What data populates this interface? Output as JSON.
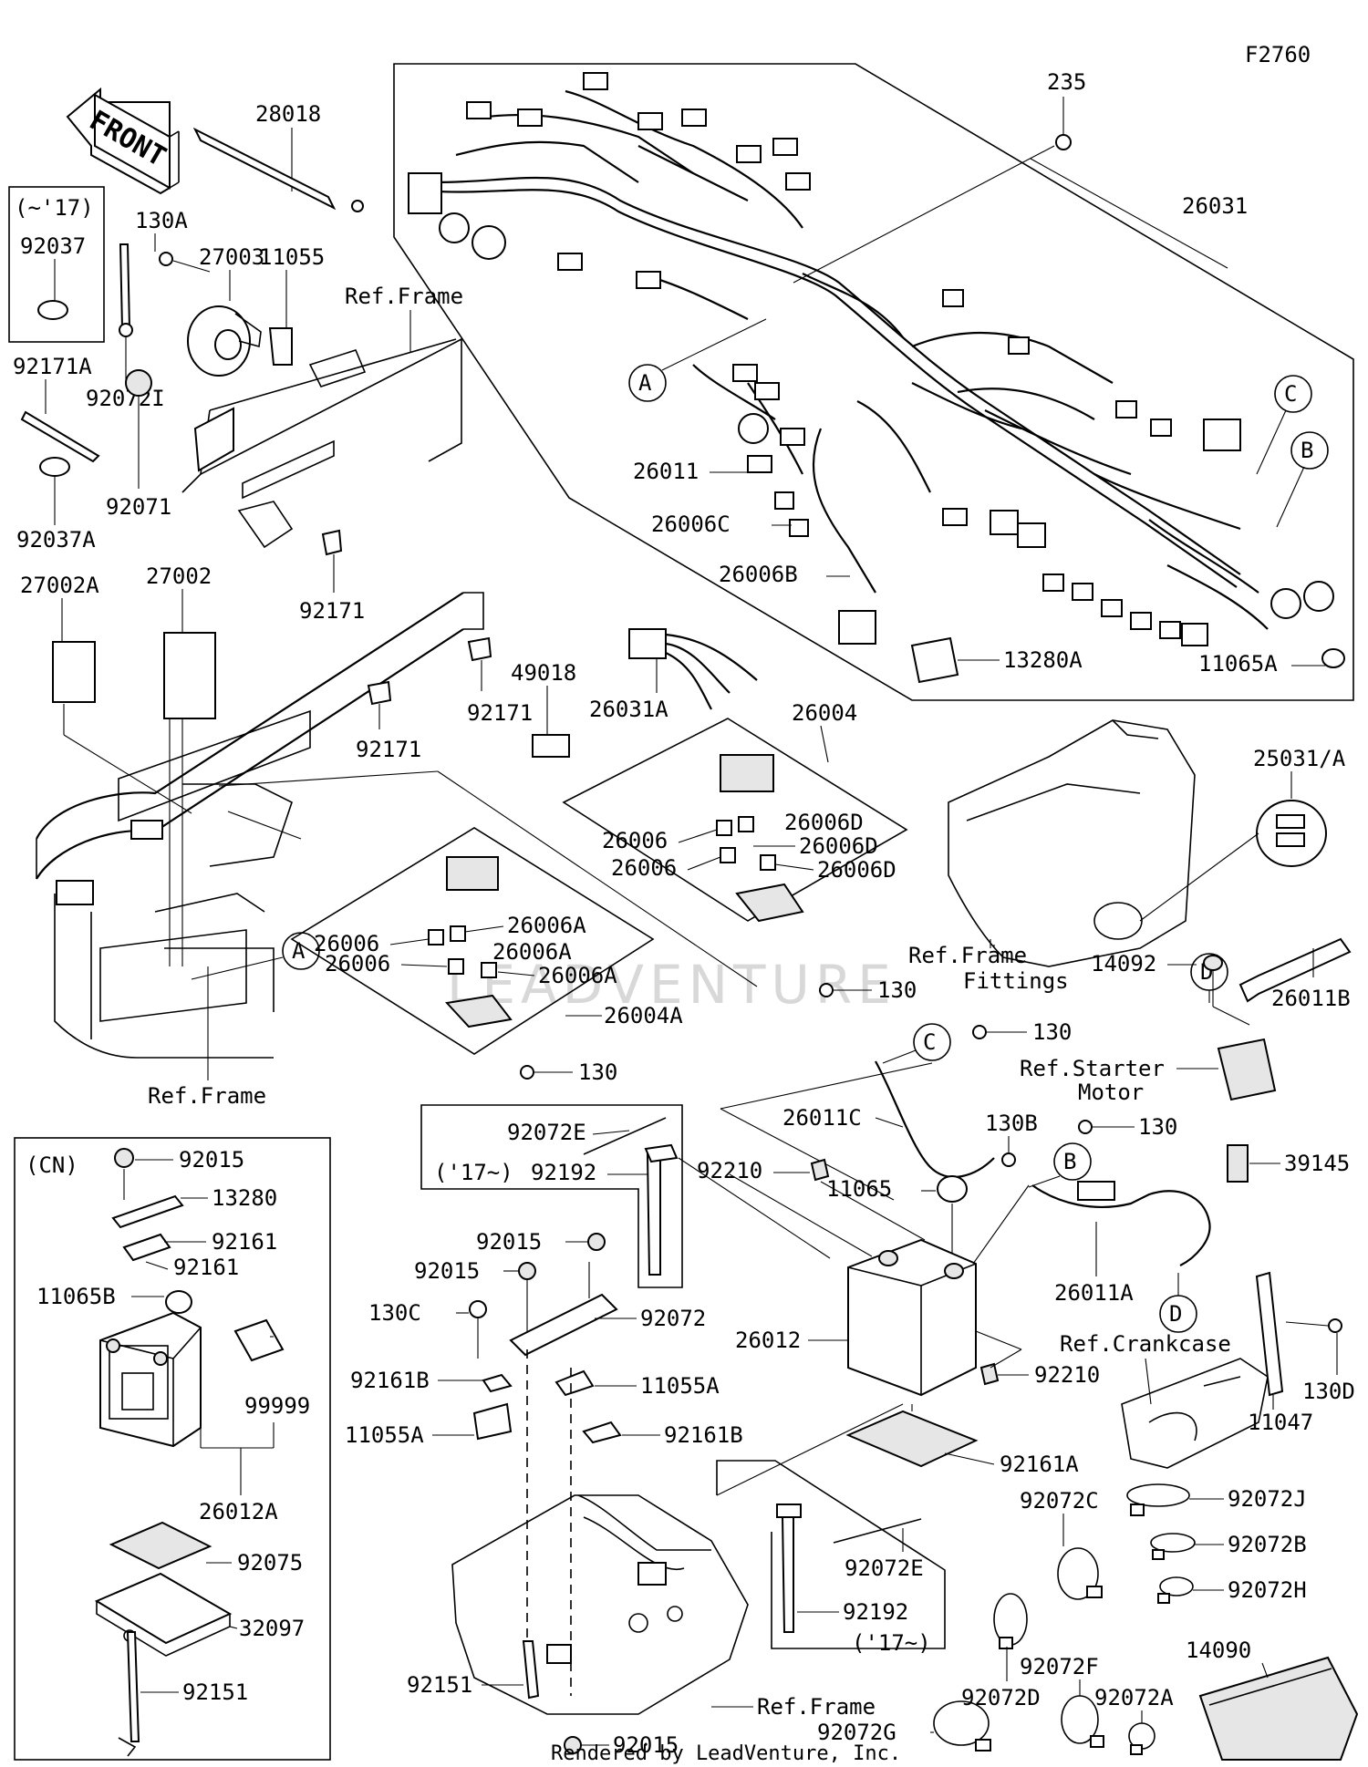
{
  "diagram_code": "F2760",
  "front_arrow_label": "FRONT",
  "footer": "Rendered by LeadVenture, Inc.",
  "watermark": "LEADVENTURE",
  "callouts": [
    "A",
    "A",
    "B",
    "B",
    "C",
    "C",
    "D",
    "D"
  ],
  "labels": {
    "p235": "235",
    "p26031": "26031",
    "p28018": "28018",
    "p130A": "130A",
    "p27003": "27003",
    "p11055": "11055",
    "ref_frame_top": "Ref.Frame",
    "y17_before": "(~'17)",
    "p92037": "92037",
    "p92171A": "92171A",
    "p92072I": "92072I",
    "p92071": "92071",
    "p92037A": "92037A",
    "p92171a": "92171",
    "p27002A": "27002A",
    "p27002": "27002",
    "p92171b": "92171",
    "p92171c": "92171",
    "p49018": "49018",
    "p26031A": "26031A",
    "p26011": "26011",
    "p26006C": "26006C",
    "p26006B": "26006B",
    "p13280A": "13280A",
    "p11065A": "11065A",
    "p26004": "26004",
    "p26006D1": "26006D",
    "p26006a1": "26006",
    "p26006D2": "26006D",
    "p26006a2": "26006",
    "p26006D3": "26006D",
    "p26006b1": "26006",
    "p26006A1": "26006A",
    "p26006b2": "26006",
    "p26006A2": "26006A",
    "p26006A3": "26006A",
    "p26004A": "26004A",
    "p130_1": "130",
    "p130_2": "130",
    "p130_3": "130",
    "p130_4": "130",
    "ref_frame_left": "Ref.Frame",
    "p25031A": "25031/A",
    "ref_frame_fittings_1": "Ref.Frame",
    "ref_frame_fittings_2": "Fittings",
    "p14092": "14092",
    "p26011B": "26011B",
    "ref_starter_1": "Ref.Starter",
    "ref_starter_2": "Motor",
    "p26011C": "26011C",
    "p130B": "130B",
    "p39145": "39145",
    "p11065": "11065",
    "p26011A": "26011A",
    "p92210a": "92210",
    "p92210b": "92210",
    "p26012": "26012",
    "ref_crankcase": "Ref.Crankcase",
    "p130D": "130D",
    "p11047": "11047",
    "p92161A": "92161A",
    "p92072E_1": "92072E",
    "p92192_1": "92192",
    "y17_after_1": "('17~)",
    "p92015a": "92015",
    "p92015b": "92015",
    "p130C": "130C",
    "p92072": "92072",
    "p92161B_1": "92161B",
    "p11055A_1": "11055A",
    "p11055A_2": "11055A",
    "p92161B_2": "92161B",
    "p92151a": "92151",
    "p92015c": "92015",
    "ref_frame_bottom": "Ref.Frame",
    "p92072E_2": "92072E",
    "p92192_2": "92192",
    "y17_after_2": "('17~)",
    "p92072C": "92072C",
    "p92072J": "92072J",
    "p92072B": "92072B",
    "p92072H": "92072H",
    "p92072F": "92072F",
    "p92072D": "92072D",
    "p92072A": "92072A",
    "p14090": "14090",
    "p92072G": "92072G",
    "cn": "(CN)",
    "cn_92015": "92015",
    "cn_13280": "13280",
    "cn_92161a": "92161",
    "cn_92161b": "92161",
    "cn_11065B": "11065B",
    "cn_99999": "99999",
    "cn_26012A": "26012A",
    "cn_92075": "92075",
    "cn_32097": "32097",
    "cn_92151": "92151"
  }
}
